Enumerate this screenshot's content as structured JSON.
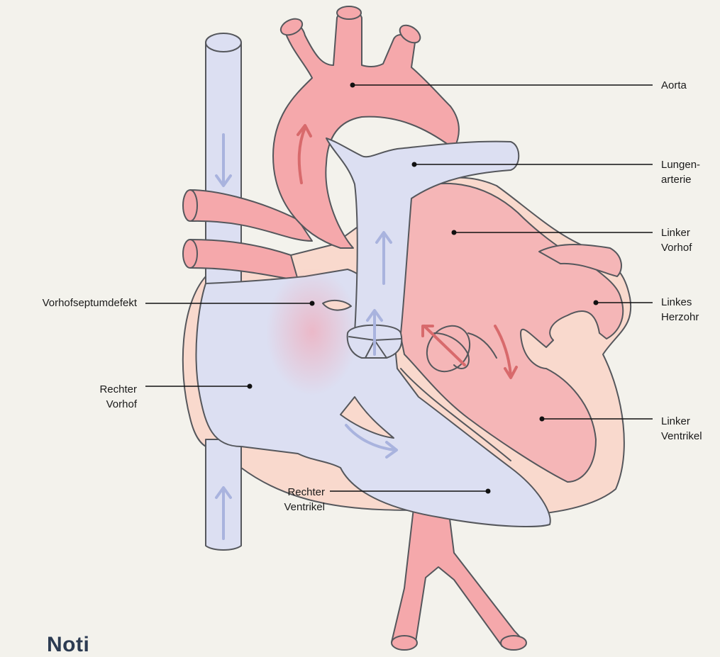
{
  "colors": {
    "background": "#f3f2ec",
    "oxygenated": "#f5a8ab",
    "oxygenated_dark": "#d86a6c",
    "deoxygenated": "#dcdff2",
    "deoxygenated_arrow": "#a9b3de",
    "muscle": "#f9d9cd",
    "outline": "#55575c",
    "label_line": "#111111"
  },
  "labels": {
    "aorta": "Aorta",
    "lungenarterie_1": "Lungen-",
    "lungenarterie_2": "arterie",
    "linker_vorhof_1": "Linker",
    "linker_vorhof_2": "Vorhof",
    "linkes_herzohr_1": "Linkes",
    "linkes_herzohr_2": "Herzohr",
    "linker_ventrikel_1": "Linker",
    "linker_ventrikel_2": "Ventrikel",
    "vorhofseptumdefekt": "Vorhofseptumdefekt",
    "rechter_vorhof_1": "Rechter",
    "rechter_vorhof_2": "Vorhof",
    "rechter_ventrikel_1": "Rechter",
    "rechter_ventrikel_2": "Ventrikel"
  },
  "footer": {
    "heading_partial": "Noti"
  }
}
